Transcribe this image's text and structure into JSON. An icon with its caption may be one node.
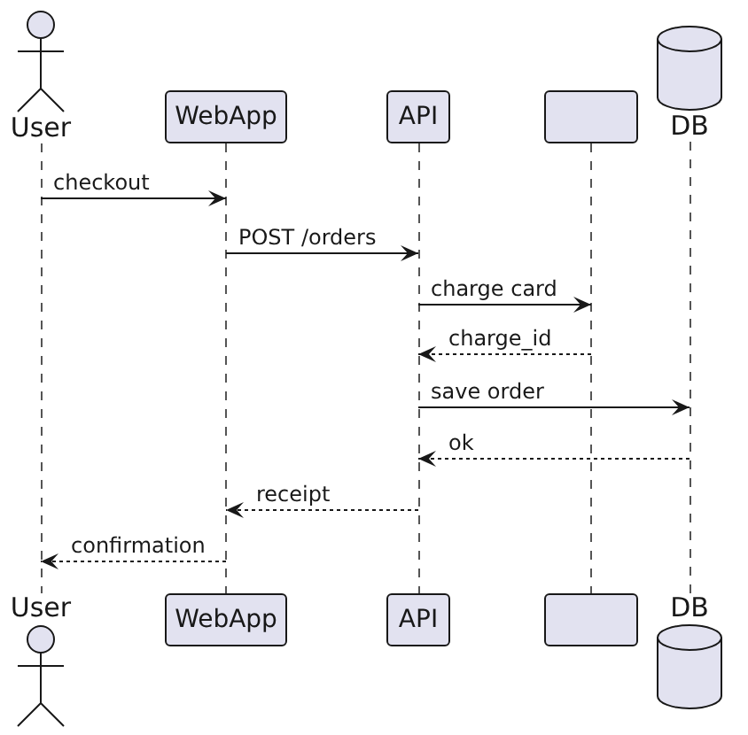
{
  "diagram": {
    "nodes": [
      {
        "text": [
          "User"
        ]
      },
      {
        "text": [
          "WebApp"
        ]
      },
      {
        "text": [
          "API"
        ]
      },
      {
        "text": [],
        "shape": "box"
      },
      {
        "text": [
          "DB"
        ]
      },
      {
        "text": [],
        "shape": "line"
      },
      {
        "text": [],
        "shape": "line"
      },
      {
        "text": [],
        "shape": "line"
      },
      {
        "text": [],
        "shape": "line"
      },
      {
        "text": [],
        "shape": "line"
      },
      {
        "text": [
          "User"
        ]
      },
      {
        "text": [
          "WebApp"
        ]
      },
      {
        "text": [
          "API"
        ]
      },
      {
        "text": [],
        "shape": "box"
      },
      {
        "text": [
          "DB"
        ]
      }
    ],
    "edges": [
      {
        "from": 5,
        "to": 6,
        "arrow": "to",
        "label": "checkout"
      },
      {
        "from": 6,
        "to": 7,
        "arrow": "to",
        "label": "POST /orders"
      },
      {
        "from": 7,
        "to": 8,
        "arrow": "to",
        "label": "charge card"
      },
      {
        "from": 8,
        "to": 7,
        "arrow": "to",
        "label": "charge_id",
        "style": "dashed"
      },
      {
        "from": 7,
        "to": 9,
        "arrow": "to",
        "label": "save order"
      },
      {
        "from": 9,
        "to": 7,
        "arrow": "to",
        "label": "ok",
        "style": "dashed"
      },
      {
        "from": 7,
        "to": 6,
        "arrow": "to",
        "label": "receipt",
        "style": "dashed"
      },
      {
        "from": 6,
        "to": 5,
        "arrow": "to",
        "label": "confirmation",
        "style": "dashed"
      }
    ]
  }
}
